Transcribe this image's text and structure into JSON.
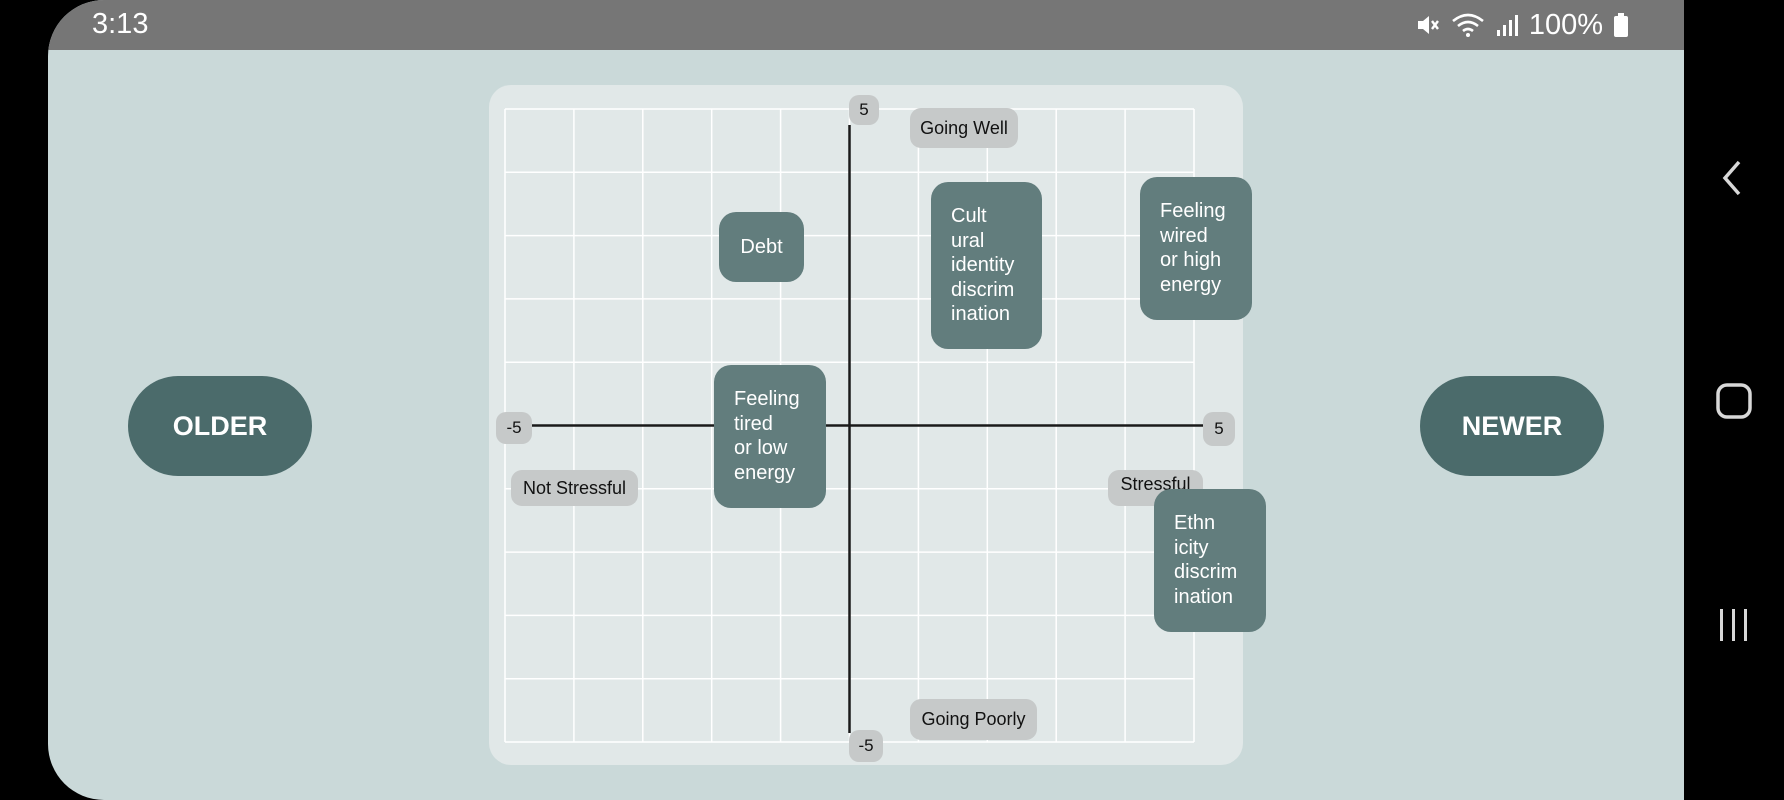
{
  "status_bar": {
    "time": "3:13",
    "battery": "100%",
    "icons": [
      "mute-icon",
      "wifi-icon",
      "signal-icon",
      "battery-icon"
    ]
  },
  "buttons": {
    "older": "OLDER",
    "newer": "NEWER"
  },
  "chart_data": {
    "type": "scatter",
    "xlim": [
      -5,
      5
    ],
    "ylim": [
      -5,
      5
    ],
    "grid": true,
    "x_ticks": {
      "min": "-5",
      "max": "5"
    },
    "y_ticks": {
      "min": "-5",
      "max": "5"
    },
    "axis_labels": {
      "top": "Going Well",
      "bottom": "Going Poorly",
      "left": "Not Stressful",
      "right": "Stressful"
    },
    "points": [
      {
        "label": "Debt",
        "x": -2.2,
        "y": 2.8
      },
      {
        "label": "Cult\nural\nidentity\ndiscrim\nination",
        "x": 1.0,
        "y": 2.5
      },
      {
        "label": "Feeling\nwired\nor high\nenergy",
        "x": 4.0,
        "y": 2.6
      },
      {
        "label": "Feeling\ntired\nor low\nenergy",
        "x": -2.0,
        "y": -0.2
      },
      {
        "label": "Ethn\nicity\ndiscrim\nination",
        "x": 4.2,
        "y": -2.2
      }
    ]
  },
  "colors": {
    "background": "#cad9d9",
    "card": "#627d7d",
    "button": "#4b6b6b",
    "chip": "#c6c9c9",
    "status_bar": "#767676"
  },
  "nav": {
    "icons": [
      "back-icon",
      "home-icon",
      "recents-icon"
    ]
  }
}
